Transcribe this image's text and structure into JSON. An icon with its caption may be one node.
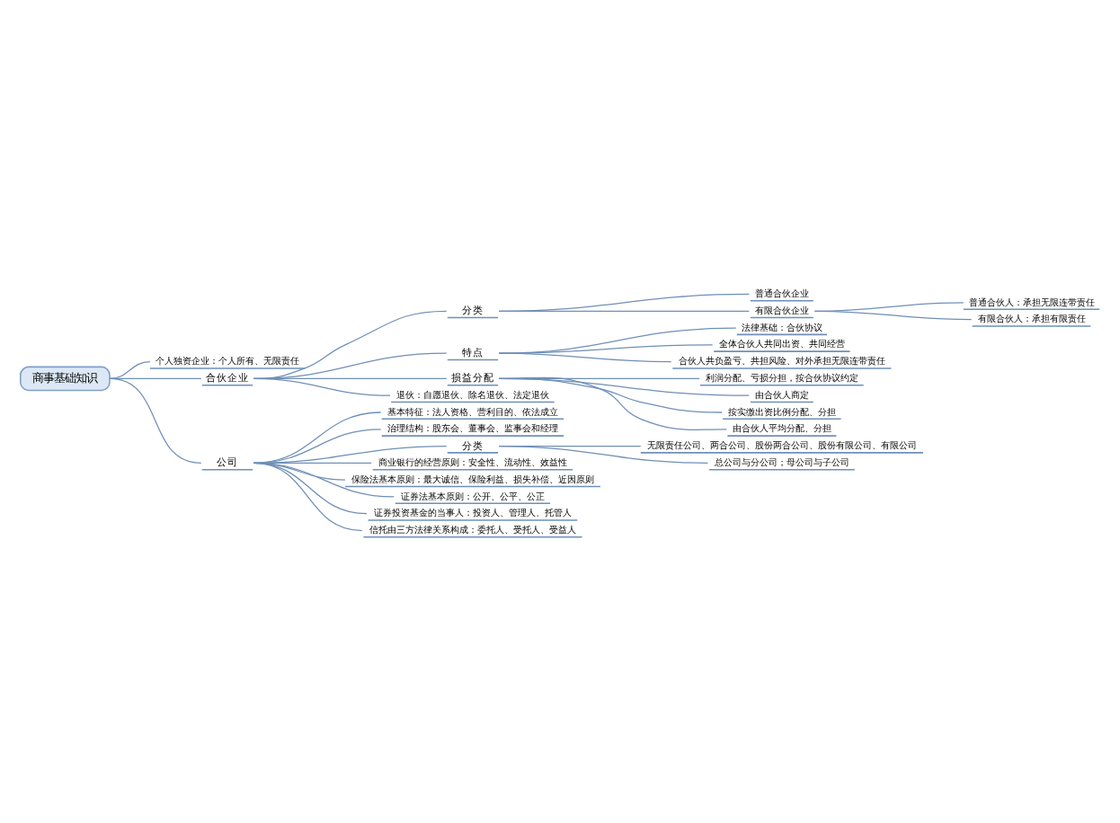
{
  "diagram": {
    "nodes": [
      {
        "text": [
          "商事基础知识"
        ]
      },
      {
        "text": [
          "个人独资企业：个人所有、无限责任"
        ]
      },
      {
        "text": [
          "合伙企业"
        ]
      },
      {
        "text": [
          "分类"
        ]
      },
      {
        "text": [
          "普通合伙企业"
        ]
      },
      {
        "text": [
          "有限合伙企业"
        ]
      },
      {
        "text": [
          "普通合伙人：承担无限连带责任"
        ]
      },
      {
        "text": [
          "有限合伙人：承担有限责任"
        ]
      },
      {
        "text": [
          "特点"
        ]
      },
      {
        "text": [
          "法律基础：合伙协议"
        ]
      },
      {
        "text": [
          "全体合伙人共同出资、共同经营"
        ]
      },
      {
        "text": [
          "合伙人共负盈亏、共担风险、对外承担无限连带责任"
        ]
      },
      {
        "text": [
          "损益分配"
        ]
      },
      {
        "text": [
          "利润分配、亏损分担，按合伙协议约定"
        ]
      },
      {
        "text": [
          "由合伙人商定"
        ]
      },
      {
        "text": [
          "按实缴出资比例分配、分担"
        ]
      },
      {
        "text": [
          "由合伙人平均分配、分担"
        ]
      },
      {
        "text": [
          "退伙：自愿退伙、除名退伙、法定退伙"
        ]
      },
      {
        "text": [
          "公司"
        ]
      },
      {
        "text": [
          "基本特征：法人资格、营利目的、依法成立"
        ]
      },
      {
        "text": [
          "治理结构：股东会、董事会、监事会和经理"
        ]
      },
      {
        "text": [
          "分类"
        ]
      },
      {
        "text": [
          "无限责任公司、两合公司、股份两合公司、股份有限公司、有限公司"
        ]
      },
      {
        "text": [
          "总公司与分公司；母公司与子公司"
        ]
      },
      {
        "text": [
          "商业银行的经营原则：安全性、流动性、效益性"
        ]
      },
      {
        "text": [
          "保险法基本原则：最大诚信、保险利益、损失补偿、近因原则"
        ]
      },
      {
        "text": [
          "证券法基本原则：公开、公平、公正"
        ]
      },
      {
        "text": [
          "证券投资基金的当事人：投资人、管理人、托管人"
        ]
      },
      {
        "text": [
          "信托由三方法律关系构成：委托人、受托人、受益人"
        ]
      }
    ],
    "edges": [
      {
        "from": 0,
        "to": 1,
        "arrow": "none"
      },
      {
        "from": 0,
        "to": 2,
        "arrow": "none"
      },
      {
        "from": 2,
        "to": 3,
        "arrow": "none"
      },
      {
        "from": 3,
        "to": 4,
        "arrow": "none"
      },
      {
        "from": 3,
        "to": 5,
        "arrow": "none"
      },
      {
        "from": 5,
        "to": 6,
        "arrow": "none"
      },
      {
        "from": 5,
        "to": 7,
        "arrow": "none"
      },
      {
        "from": 2,
        "to": 8,
        "arrow": "none"
      },
      {
        "from": 8,
        "to": 9,
        "arrow": "none"
      },
      {
        "from": 8,
        "to": 10,
        "arrow": "none"
      },
      {
        "from": 8,
        "to": 11,
        "arrow": "none"
      },
      {
        "from": 2,
        "to": 12,
        "arrow": "none"
      },
      {
        "from": 12,
        "to": 13,
        "arrow": "none"
      },
      {
        "from": 12,
        "to": 14,
        "arrow": "none"
      },
      {
        "from": 12,
        "to": 15,
        "arrow": "none"
      },
      {
        "from": 12,
        "to": 16,
        "arrow": "none"
      },
      {
        "from": 2,
        "to": 17,
        "arrow": "none"
      },
      {
        "from": 0,
        "to": 18,
        "arrow": "none"
      },
      {
        "from": 18,
        "to": 19,
        "arrow": "none"
      },
      {
        "from": 18,
        "to": 20,
        "arrow": "none"
      },
      {
        "from": 18,
        "to": 21,
        "arrow": "none"
      },
      {
        "from": 21,
        "to": 22,
        "arrow": "none"
      },
      {
        "from": 21,
        "to": 23,
        "arrow": "none"
      },
      {
        "from": 18,
        "to": 24,
        "arrow": "none"
      },
      {
        "from": 18,
        "to": 25,
        "arrow": "none"
      },
      {
        "from": 18,
        "to": 26,
        "arrow": "none"
      },
      {
        "from": 18,
        "to": 27,
        "arrow": "none"
      },
      {
        "from": 18,
        "to": 28,
        "arrow": "none"
      }
    ]
  }
}
